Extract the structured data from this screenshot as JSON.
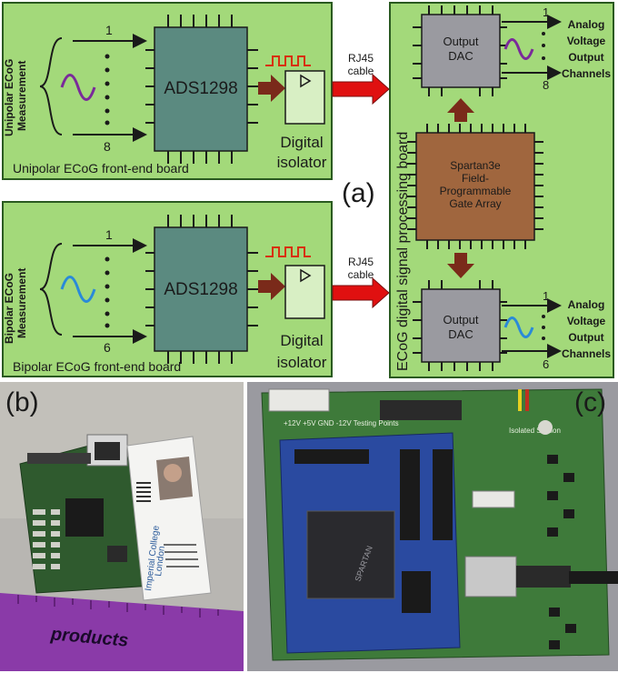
{
  "panel_a": {
    "label": "(a)",
    "unipolar": {
      "side_label_1": "Unipolar ECoG",
      "side_label_2": "Measurement",
      "channel_first": "1",
      "channel_last": "8",
      "chip": "ADS1298",
      "isolator_1": "Digital",
      "isolator_2": "isolator",
      "board_name": "Unipolar ECoG front-end board"
    },
    "bipolar": {
      "side_label_1": "Bipolar ECoG",
      "side_label_2": "Measurement",
      "channel_first": "1",
      "channel_last": "6",
      "chip": "ADS1298",
      "isolator_1": "Digital",
      "isolator_2": "isolator",
      "board_name": "Bipolar ECoG front-end board"
    },
    "cable_top_1": "RJ45",
    "cable_top_2": "cable",
    "cable_bottom_1": "RJ45",
    "cable_bottom_2": "cable",
    "processing_board": "ECoG digital signal processing board",
    "dac_top_1": "Output",
    "dac_top_2": "DAC",
    "dac_bottom_1": "Output",
    "dac_bottom_2": "DAC",
    "fpga_lines": [
      "Spartan3e",
      "Field-",
      "Programmable",
      "Gate Array"
    ],
    "output_top": {
      "first": "1",
      "last": "8",
      "lines": [
        "Analog",
        "Voltage",
        "Output",
        "Channels"
      ]
    },
    "output_bottom": {
      "first": "1",
      "last": "6",
      "lines": [
        "Analog",
        "Voltage",
        "Output",
        "Channels"
      ]
    }
  },
  "panel_b": {
    "label": "(b)",
    "card_lines": [
      "Imperial College",
      "London"
    ],
    "ruler_text": "products"
  },
  "panel_c": {
    "label": "(c)",
    "silk_top": "+12V +5V GND -12V  Testing Points",
    "silk_isolated": "Isolated Section",
    "silk_chip": "SPARTAN"
  },
  "colors": {
    "board_green": "#a3d97a",
    "chip_gray": "#5b8a80",
    "dac_gray": "#9a9aa0",
    "fpga_brown": "#a0663e",
    "arrow_red": "#e01010",
    "arrow_dark": "#7a2a1a",
    "wave_purple": "#7a2a9a",
    "wave_blue": "#2a8ad8"
  }
}
